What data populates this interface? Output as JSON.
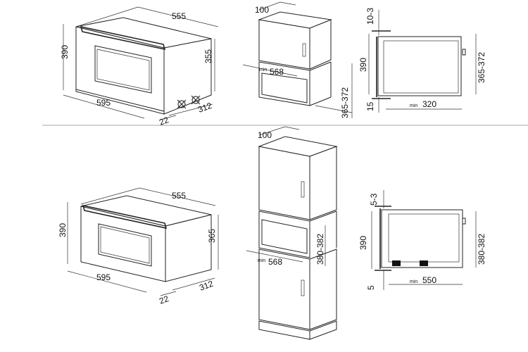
{
  "top": {
    "oven": {
      "width": "555",
      "height_front": "390",
      "height_side": "355",
      "front_width": "595",
      "depth": "312",
      "offset": "22"
    },
    "cabinet": {
      "top_depth": "100",
      "inner_width_min": "568",
      "min": "min",
      "opening_height": "365-372"
    },
    "section": {
      "top_gap": "10-3",
      "height": "390",
      "bottom_gap": "15",
      "opening_height": "365-372",
      "min": "min",
      "depth_min": "320"
    }
  },
  "bottom": {
    "oven": {
      "width": "555",
      "height_front": "390",
      "height_side": "365",
      "front_width": "595",
      "depth": "312",
      "offset": "22"
    },
    "cabinet": {
      "top_depth": "100",
      "inner_width_min": "568",
      "min": "min",
      "opening_height": "380-382"
    },
    "section": {
      "top_gap": "5-3",
      "height": "390",
      "bottom_gap": "5",
      "opening_height": "380-382",
      "min": "min",
      "depth_min": "550"
    }
  }
}
